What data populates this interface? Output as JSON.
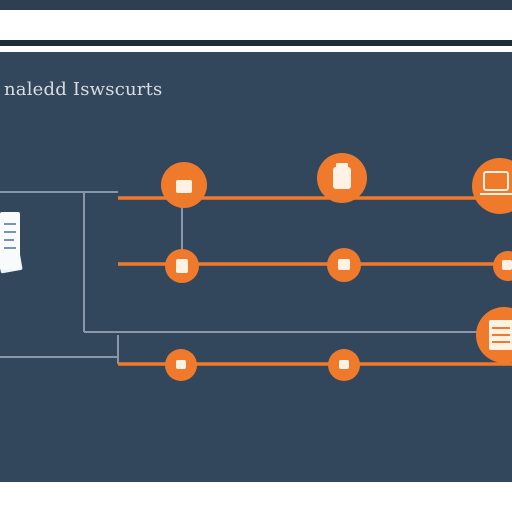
{
  "diagram": {
    "title": "naledd Iswscurts",
    "colors": {
      "panel": "#33475c",
      "connector": "#f07a2c",
      "node": "#f07a2c",
      "frame": "#8a97a6",
      "glyph": "#fff1e4",
      "document": "#eef2f6"
    },
    "nodes": [
      {
        "id": "doc-source",
        "icon": "document-icon"
      },
      {
        "id": "node-a1",
        "icon": "box-icon"
      },
      {
        "id": "node-a2",
        "icon": "jar-icon"
      },
      {
        "id": "node-a3",
        "icon": "laptop-icon"
      },
      {
        "id": "node-b1",
        "icon": "jar-icon"
      },
      {
        "id": "node-b2",
        "icon": "box-icon"
      },
      {
        "id": "node-b3",
        "icon": "box-icon"
      },
      {
        "id": "node-c1",
        "icon": "dot-icon"
      },
      {
        "id": "node-c2",
        "icon": "dot-icon"
      },
      {
        "id": "node-c3",
        "icon": "document-stack-icon"
      }
    ]
  }
}
